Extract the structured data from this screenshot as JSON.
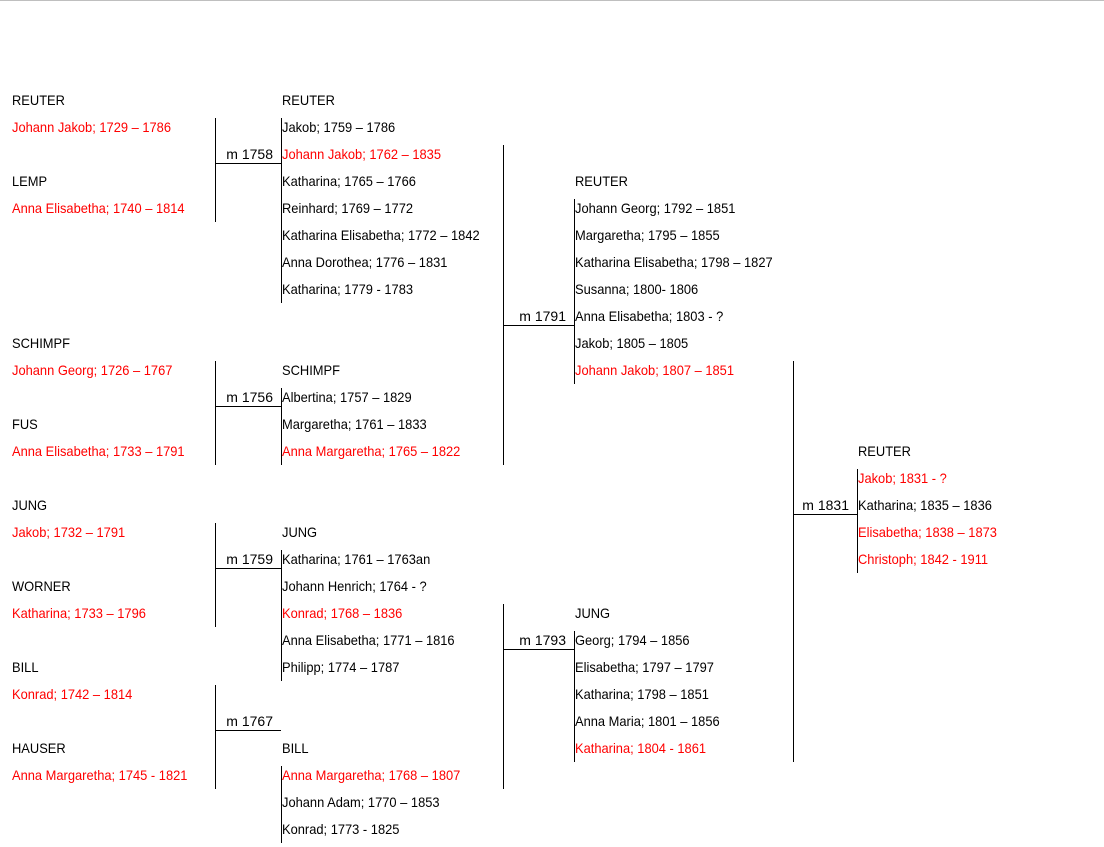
{
  "families": [
    {
      "surname": "REUTER",
      "col": 0,
      "row": 0,
      "people": [
        {
          "text": "Johann Jakob; 1729 – 1786",
          "red": true
        }
      ]
    },
    {
      "surname": "LEMP",
      "col": 0,
      "row": 3,
      "people": [
        {
          "text": "Anna Elisabetha; 1740 – 1814",
          "red": true
        }
      ]
    },
    {
      "surname": "REUTER",
      "col": 1,
      "row": 0,
      "people": [
        {
          "text": "Jakob; 1759 – 1786",
          "red": false
        },
        {
          "text": "Johann Jakob; 1762 – 1835",
          "red": true
        },
        {
          "text": "Katharina; 1765 – 1766",
          "red": false
        },
        {
          "text": "Reinhard; 1769 – 1772",
          "red": false
        },
        {
          "text": "Katharina Elisabetha; 1772 – 1842",
          "red": false
        },
        {
          "text": "Anna Dorothea; 1776 – 1831",
          "red": false
        },
        {
          "text": "Katharina; 1779 - 1783",
          "red": false
        }
      ]
    },
    {
      "surname": "SCHIMPF",
      "col": 0,
      "row": 9,
      "people": [
        {
          "text": "Johann Georg; 1726 – 1767",
          "red": true
        }
      ]
    },
    {
      "surname": "FUS",
      "col": 0,
      "row": 12,
      "people": [
        {
          "text": "Anna Elisabetha; 1733 – 1791",
          "red": true
        }
      ]
    },
    {
      "surname": "SCHIMPF",
      "col": 1,
      "row": 10,
      "people": [
        {
          "text": "Albertina; 1757 – 1829",
          "red": false
        },
        {
          "text": "Margaretha; 1761 – 1833",
          "red": false
        },
        {
          "text": "Anna Margaretha; 1765 – 1822",
          "red": true
        }
      ]
    },
    {
      "surname": "REUTER",
      "col": 2,
      "row": 3,
      "people": [
        {
          "text": "Johann Georg; 1792 – 1851",
          "red": false
        },
        {
          "text": "Margaretha; 1795 – 1855",
          "red": false
        },
        {
          "text": "Katharina Elisabetha; 1798 – 1827",
          "red": false
        },
        {
          "text": "Susanna; 1800- 1806",
          "red": false
        },
        {
          "text": "Anna Elisabetha; 1803 - ?",
          "red": false
        },
        {
          "text": "Jakob; 1805 – 1805",
          "red": false
        },
        {
          "text": "Johann Jakob; 1807 – 1851",
          "red": true
        }
      ]
    },
    {
      "surname": "JUNG",
      "col": 0,
      "row": 15,
      "people": [
        {
          "text": "Jakob; 1732 – 1791",
          "red": true
        }
      ]
    },
    {
      "surname": "WORNER",
      "col": 0,
      "row": 18,
      "people": [
        {
          "text": "Katharina; 1733 – 1796",
          "red": true
        }
      ]
    },
    {
      "surname": "JUNG",
      "col": 1,
      "row": 16,
      "people": [
        {
          "text": "Katharina; 1761 – 1763an",
          "red": false
        },
        {
          "text": "Johann Henrich; 1764 - ?",
          "red": false
        },
        {
          "text": "Konrad; 1768 – 1836",
          "red": true
        },
        {
          "text": "Anna Elisabetha; 1771 – 1816",
          "red": false
        },
        {
          "text": "Philipp; 1774 – 1787",
          "red": false
        }
      ]
    },
    {
      "surname": "BILL",
      "col": 0,
      "row": 21,
      "people": [
        {
          "text": "Konrad; 1742 – 1814",
          "red": true
        }
      ]
    },
    {
      "surname": "HAUSER",
      "col": 0,
      "row": 24,
      "people": [
        {
          "text": "Anna Margaretha; 1745 - 1821",
          "red": true
        }
      ]
    },
    {
      "surname": "BILL",
      "col": 1,
      "row": 24,
      "people": [
        {
          "text": "Anna Margaretha; 1768 – 1807",
          "red": true
        },
        {
          "text": "Johann Adam; 1770 – 1853",
          "red": false
        },
        {
          "text": "Konrad; 1773 - 1825",
          "red": false
        }
      ]
    },
    {
      "surname": "JUNG",
      "col": 2,
      "row": 19,
      "people": [
        {
          "text": "Georg; 1794 – 1856",
          "red": false
        },
        {
          "text": "Elisabetha; 1797 – 1797",
          "red": false
        },
        {
          "text": "Katharina; 1798 – 1851",
          "red": false
        },
        {
          "text": "Anna Maria; 1801 – 1856",
          "red": false
        },
        {
          "text": "Katharina; 1804 - 1861",
          "red": true
        }
      ]
    },
    {
      "surname": "REUTER",
      "col": 3,
      "row": 13,
      "people": [
        {
          "text": "Jakob; 1831 - ?",
          "red": true
        },
        {
          "text": "Katharina; 1835 – 1836",
          "red": false
        },
        {
          "text": "Elisabetha; 1838 – 1873",
          "red": true
        },
        {
          "text": "Christoph; 1842 - 1911",
          "red": true
        }
      ]
    }
  ],
  "marriages": [
    {
      "label": "m 1758",
      "col": 0,
      "row": 2,
      "topRow": 1,
      "bottomRow": 4,
      "childTopRow": 1,
      "childBottomRow": 7
    },
    {
      "label": "m 1756",
      "col": 0,
      "row": 11,
      "topRow": 10,
      "bottomRow": 13,
      "childTopRow": 11,
      "childBottomRow": 13
    },
    {
      "label": "m 1759",
      "col": 0,
      "row": 17,
      "topRow": 16,
      "bottomRow": 19,
      "childTopRow": 17,
      "childBottomRow": 21
    },
    {
      "label": "m 1767",
      "col": 0,
      "row": 23,
      "topRow": 22,
      "bottomRow": 25,
      "childTopRow": 25,
      "childBottomRow": 27
    },
    {
      "label": "m 1791",
      "col": 1,
      "row": 8,
      "topRow": 2,
      "bottomRow": 13,
      "childTopRow": 4,
      "childBottomRow": 10
    },
    {
      "label": "m 1793",
      "col": 1,
      "row": 20,
      "topRow": 19,
      "bottomRow": 25,
      "childTopRow": 20,
      "childBottomRow": 24
    },
    {
      "label": "m 1831",
      "col": 2,
      "row": 15,
      "topRow": 10,
      "bottomRow": 24,
      "childTopRow": 14,
      "childBottomRow": 17
    }
  ]
}
